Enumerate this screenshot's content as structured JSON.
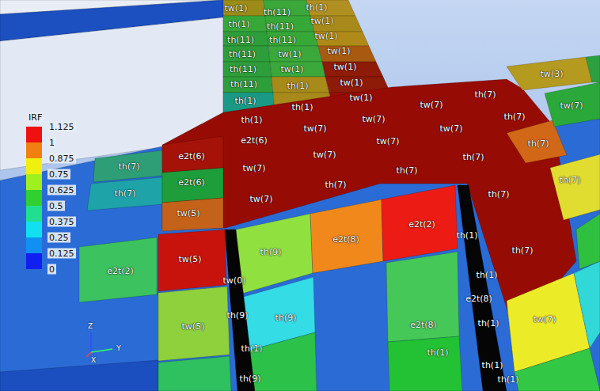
{
  "diagram": {
    "labels": [
      "tw(1)",
      "th(11)",
      "th(1)",
      "th(1)",
      "th(11)",
      "tw(1)",
      "th(11)",
      "th(11)",
      "tw(1)",
      "th(11)",
      "tw(1)",
      "tw(1)",
      "th(11)",
      "tw(1)",
      "tw(1)",
      "th(11)",
      "th(1)",
      "tw(1)",
      "th(1)",
      "th(1)",
      "tw(1)",
      "tw(7)",
      "th(7)",
      "tw(3)",
      "tw(7)",
      "th(1)",
      "tw(7)",
      "tw(7)",
      "tw(7)",
      "th(7)",
      "e2t(6)",
      "tw(7)",
      "th(7)",
      "e2t(6)",
      "th(7)",
      "tw(7)",
      "th(7)",
      "tw(7)",
      "th(7)",
      "th(7)",
      "e2t(6)",
      "th(7)",
      "th(7)",
      "tw(7)",
      "th(7)",
      "tw(5)",
      "e2t(2)",
      "th(1)",
      "e2t(8)",
      "th(9)",
      "th(7)",
      "tw(5)",
      "e2t(2)",
      "th(1)",
      "tw(0)",
      "e2t(8)",
      "th(9)",
      "th(9)",
      "tw(7)",
      "th(1)",
      "e2t(8)",
      "tw(5)",
      "th(1)",
      "th(1)",
      "th(1)",
      "th(1)",
      "th(9)",
      "IRF",
      "0",
      "Z",
      "Y",
      "X"
    ],
    "legend": [
      {
        "text": "1.125",
        "color": "#f01010"
      },
      {
        "text": "1",
        "color": "#f08010"
      },
      {
        "text": "0.875",
        "color": "#f0f010"
      },
      {
        "text": "0.75",
        "color": "#a0f020"
      },
      {
        "text": "0.625",
        "color": "#30d030"
      },
      {
        "text": "0.5",
        "color": "#20e090"
      },
      {
        "text": "0.375",
        "color": "#10e0f0"
      },
      {
        "text": "0.25",
        "color": "#1090f0"
      },
      {
        "text": "0.125",
        "color": "#1020f0"
      }
    ]
  }
}
